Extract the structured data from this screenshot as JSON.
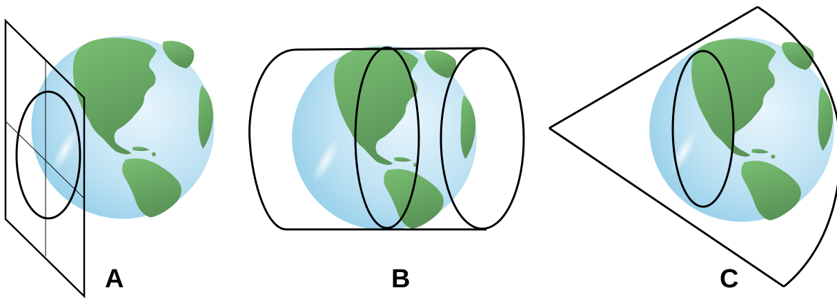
{
  "panels": [
    {
      "label": "A"
    },
    {
      "label": "B"
    },
    {
      "label": "C"
    }
  ],
  "colors": {
    "ocean": "#a9d8ee",
    "ocean_light": "#e3f3fb",
    "land": "#72b86e",
    "land_dark": "#5e9a58",
    "outline": "#000000"
  }
}
